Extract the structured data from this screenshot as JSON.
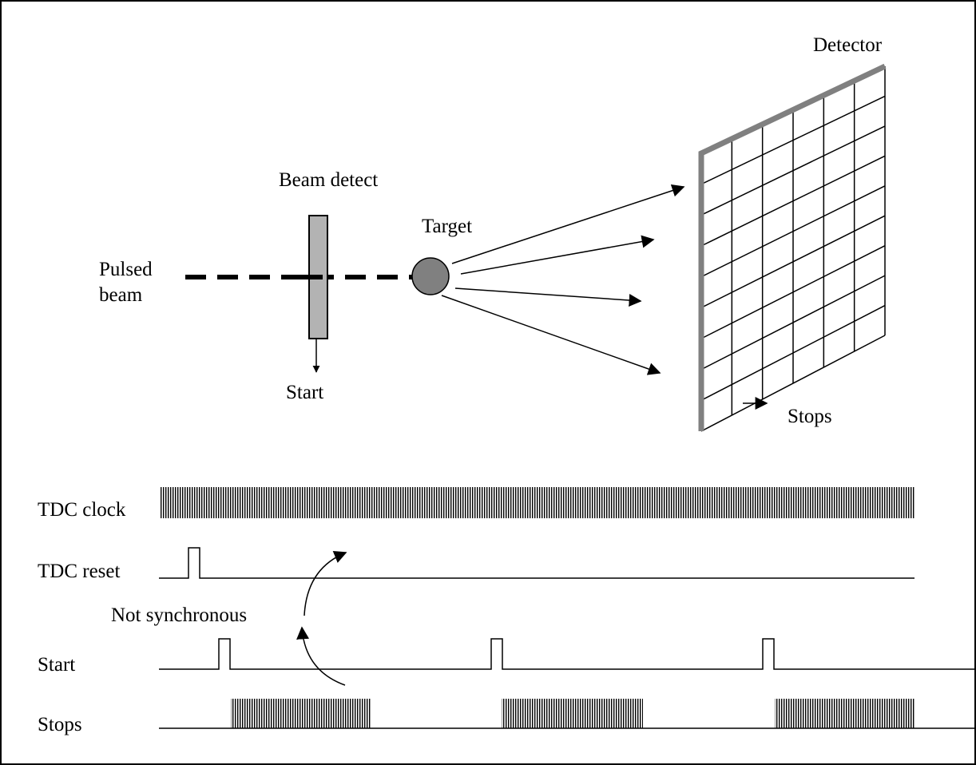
{
  "labels": {
    "detector": "Detector",
    "beam_detect": "Beam detect",
    "target": "Target",
    "pulsed": "Pulsed",
    "beam": "beam",
    "start_out": "Start",
    "stops_out": "Stops",
    "tdc_clock": "TDC clock",
    "tdc_reset": "TDC reset",
    "not_synchronous": "Not synchronous",
    "start_row": "Start",
    "stops_row": "Stops"
  },
  "colors": {
    "ink": "#000000",
    "detector_frame": "#808080",
    "beam_detect_fill": "#b3b3b3",
    "target_fill": "#808080"
  }
}
